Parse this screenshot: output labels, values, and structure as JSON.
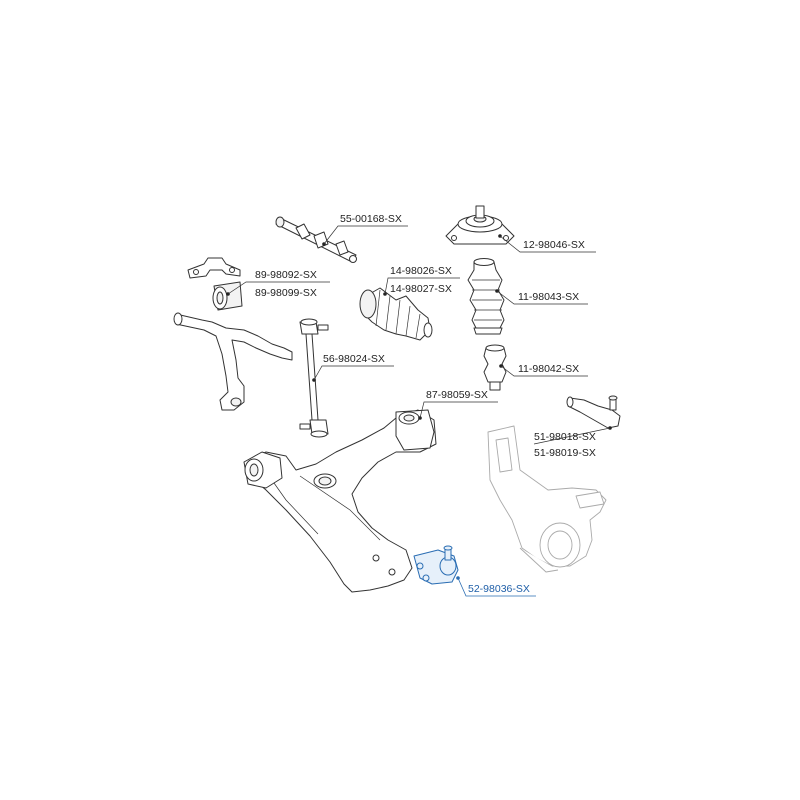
{
  "callouts": {
    "tie_rod": "55-00168-SX",
    "strut_mount": "12-98046-SX",
    "steering_boot_a": "14-98026-SX",
    "steering_boot_b": "14-98027-SX",
    "stabilizer_bushing_a": "89-98092-SX",
    "stabilizer_bushing_b": "89-98099-SX",
    "dust_cover": "11-98043-SX",
    "stabilizer_link": "56-98024-SX",
    "bump_stop": "11-98042-SX",
    "control_arm_bushing": "87-98059-SX",
    "tie_rod_end_a": "51-98018-SX",
    "tie_rod_end_b": "51-98019-SX",
    "ball_joint": "52-98036-SX"
  },
  "colors": {
    "line": "#333333",
    "highlight": "#2a6db3",
    "ghost": "#aaaaaa"
  }
}
